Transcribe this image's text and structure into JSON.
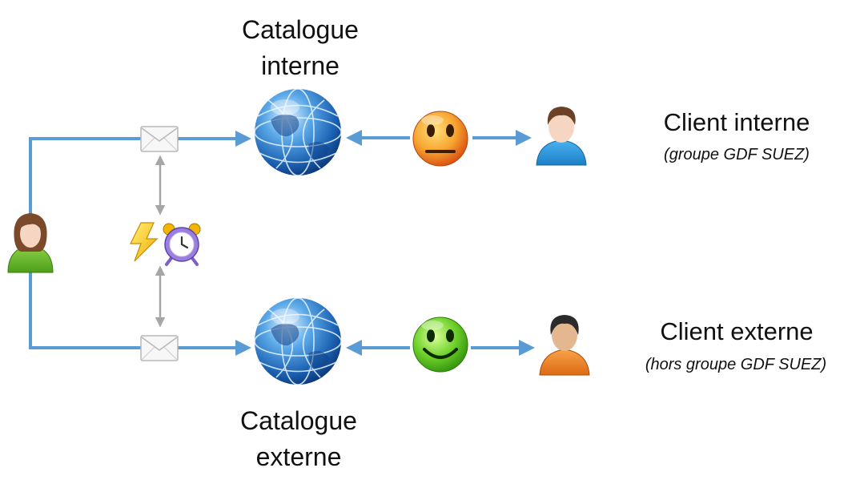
{
  "catalogs": {
    "internal": {
      "line1": "Catalogue",
      "line2": "interne"
    },
    "external": {
      "line1": "Catalogue",
      "line2": "externe"
    }
  },
  "clients": {
    "internal": {
      "title": "Client interne",
      "subtitle": "(groupe GDF SUEZ)"
    },
    "external": {
      "title": "Client externe",
      "subtitle": "(hors groupe GDF SUEZ)"
    }
  },
  "icons": {
    "publisher": "woman-user-icon",
    "mail": "envelope-icon",
    "trigger": "lightning-icon",
    "schedule": "alarm-clock-icon",
    "catalog": "globe-icon",
    "internal_feedback": "neutral-face-icon",
    "external_feedback": "smiley-face-icon",
    "internal_client": "blue-user-icon",
    "external_client": "orange-user-icon"
  },
  "colors": {
    "flow_line": "#5b9bd5",
    "sync_arrow": "#a6a6a6",
    "neutral_face": "#f08a1c",
    "happy_face": "#55c21b"
  }
}
